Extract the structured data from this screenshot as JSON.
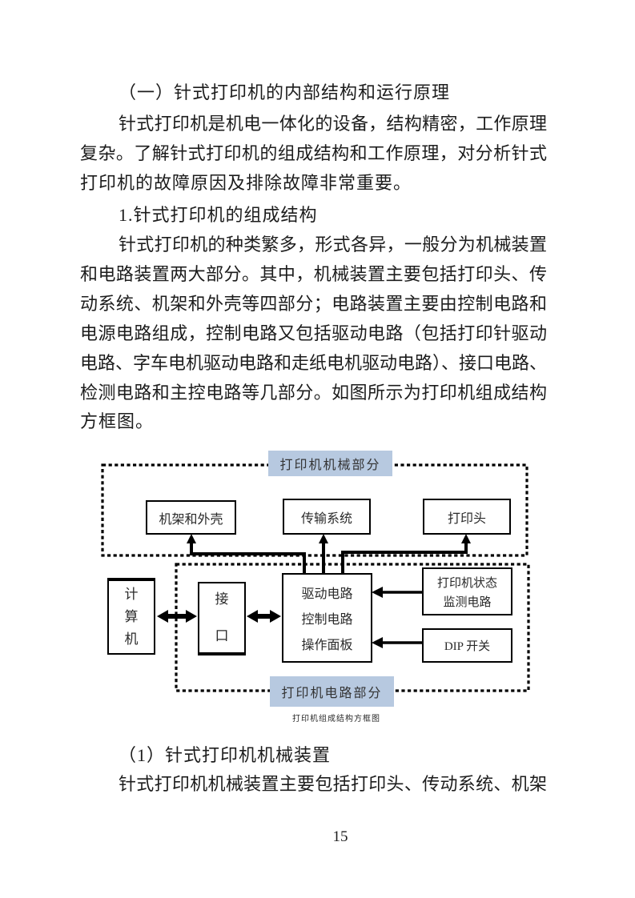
{
  "text": {
    "lines": [
      "（一）针式打印机的内部结构和运行原理",
      "针式打印机是机电一体化的设备，结构精密，工作原理",
      "复杂。了解针式打印机的组成结构和工作原理，对分析针式",
      "打印机的故障原因及排除故障非常重要。",
      "1.针式打印机的组成结构",
      "针式打印机的种类繁多，形式各异，一般分为机械装置",
      "和电路装置两大部分。其中，机械装置主要包括打印头、传",
      "动系统、机架和外壳等四部分；电路装置主要由控制电路和",
      "电源电路组成，控制电路又包括驱动电路（包括打印针驱动",
      "电路、字车电机驱动电路和走纸电机驱动电路）、接口电路、",
      "检测电路和主控电路等几部分。如图所示为打印机组成结构",
      "方框图。",
      "（1）针式打印机机械装置",
      "针式打印机机械装置主要包括打印头、传动系统、机架"
    ]
  },
  "diagram": {
    "label_mechanical": "打印机机械部分",
    "label_circuit": "打印机电路部分",
    "box_frame_shell": "机架和外壳",
    "box_transmission": "传输系统",
    "box_printhead": "打印头",
    "box_computer": "计算机",
    "box_interface": "接口",
    "box_central_line1": "驱动电路",
    "box_central_line2": "控制电路",
    "box_central_line3": "操作面板",
    "box_status_line1": "打印机状态",
    "box_status_line2": "监测电路",
    "box_dip": "DIP 开关",
    "caption": "打印机组成结构方框图"
  },
  "page": {
    "number": "15"
  },
  "colors": {
    "label_bg": "#b7c9e0",
    "line_color": "#000000",
    "text_color": "#1c1c1c"
  }
}
